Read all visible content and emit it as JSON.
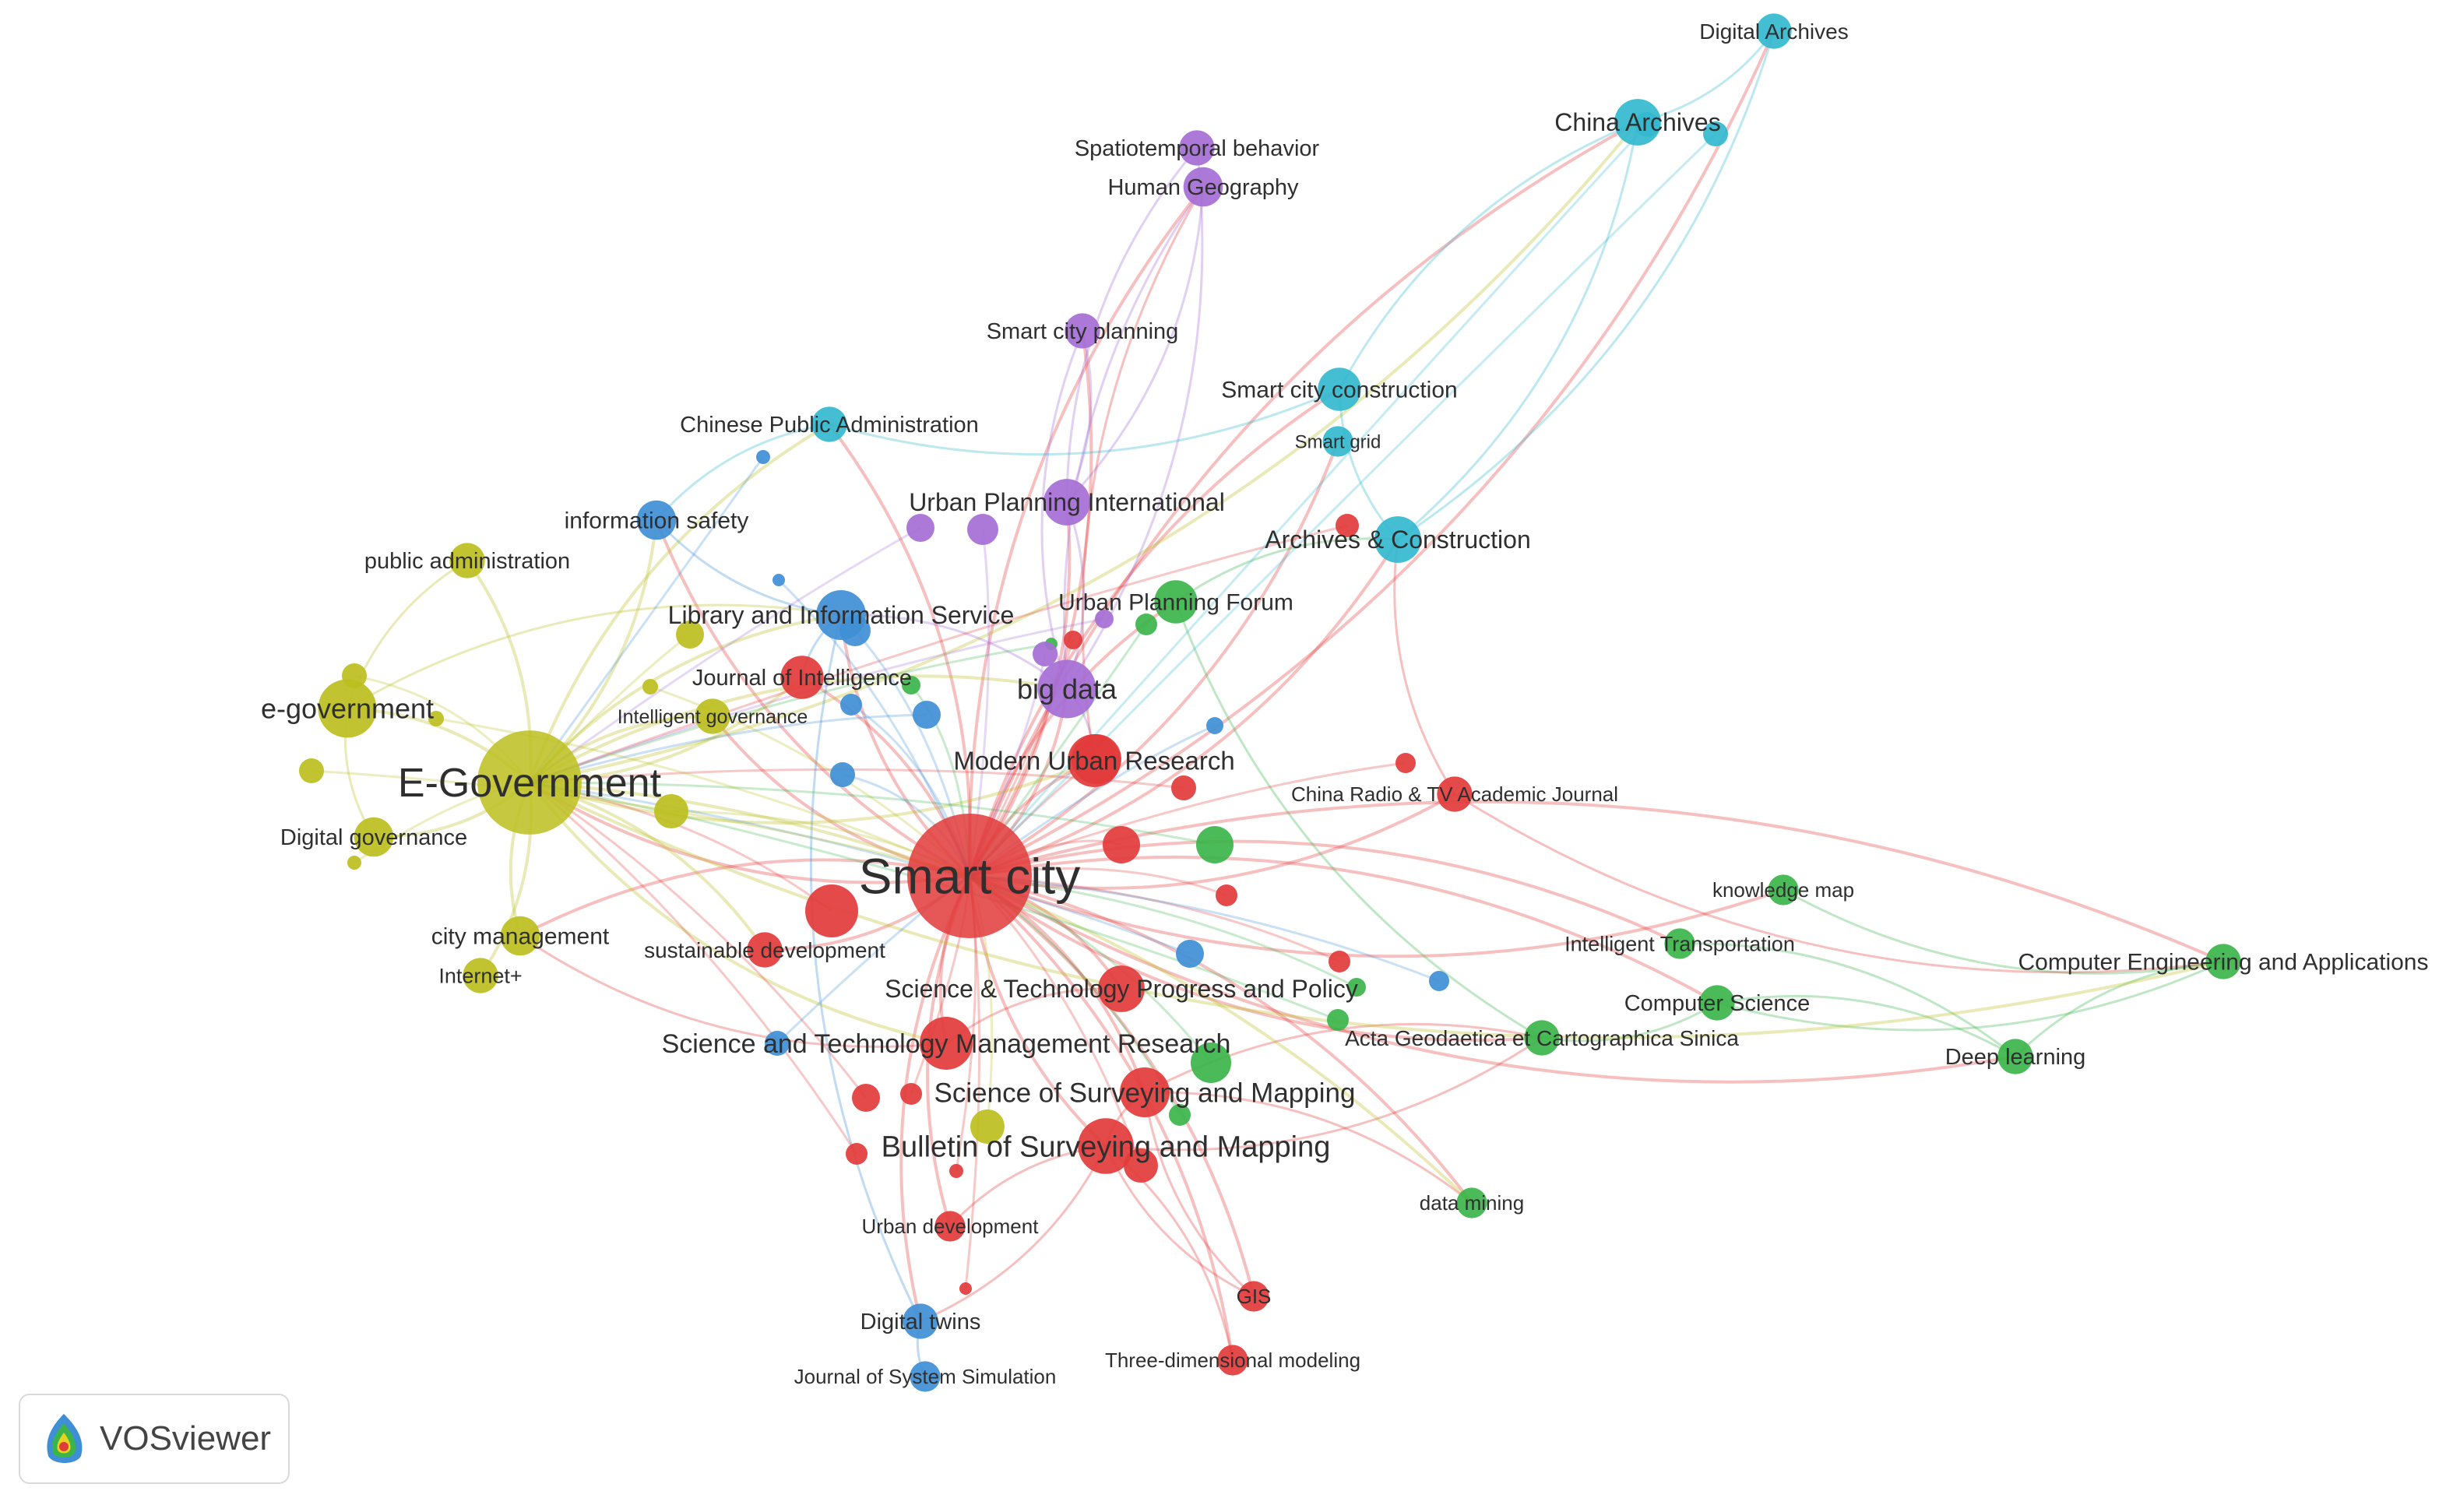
{
  "app": {
    "name": "VOSviewer",
    "logo_icon": "vosviewer-logo-icon"
  },
  "clusters": {
    "red": "#e23b3b",
    "yellow": "#bcbf1e",
    "blue": "#3f8fd6",
    "green": "#3bb54a",
    "purple": "#a56ed6",
    "cyan": "#33b8cf"
  },
  "nodes": [
    {
      "id": "smart-city",
      "label": "Smart city",
      "cluster": "red",
      "weight": 100
    },
    {
      "id": "e-government",
      "label": "E-Government",
      "cluster": "yellow",
      "weight": 70
    },
    {
      "id": "e-government-lc",
      "label": "e-government",
      "cluster": "yellow",
      "weight": 22
    },
    {
      "id": "big-data",
      "label": "big data",
      "cluster": "purple",
      "weight": 22
    },
    {
      "id": "modern-urban-research",
      "label": "Modern Urban Research",
      "cluster": "red",
      "weight": 18
    },
    {
      "id": "bulletin-surveying",
      "label": "Bulletin of Surveying and Mapping",
      "cluster": "red",
      "weight": 20
    },
    {
      "id": "science-surveying",
      "label": "Science of Surveying and Mapping",
      "cluster": "red",
      "weight": 16
    },
    {
      "id": "sci-tech-mgmt",
      "label": "Science and Technology Management Research",
      "cluster": "red",
      "weight": 18
    },
    {
      "id": "sci-tech-progress",
      "label": "Science & Technology Progress and Policy",
      "cluster": "red",
      "weight": 14
    },
    {
      "id": "journal-intelligence",
      "label": "Journal of Intelligence",
      "cluster": "red",
      "weight": 12
    },
    {
      "id": "library-info",
      "label": "Library and Information Service",
      "cluster": "blue",
      "weight": 16
    },
    {
      "id": "info-safety",
      "label": "information safety",
      "cluster": "blue",
      "weight": 10
    },
    {
      "id": "chinese-pub-admin",
      "label": "Chinese Public Administration",
      "cluster": "cyan",
      "weight": 8
    },
    {
      "id": "urban-planning-intl",
      "label": "Urban Planning International",
      "cluster": "purple",
      "weight": 14
    },
    {
      "id": "urban-planning-forum",
      "label": "Urban Planning Forum",
      "cluster": "green",
      "weight": 12
    },
    {
      "id": "archives-construction",
      "label": "Archives & Construction",
      "cluster": "cyan",
      "weight": 14
    },
    {
      "id": "china-archives",
      "label": "China Archives",
      "cluster": "cyan",
      "weight": 14
    },
    {
      "id": "digital-archives",
      "label": "Digital Archives",
      "cluster": "cyan",
      "weight": 8
    },
    {
      "id": "spatiotemporal",
      "label": "Spatiotemporal behavior",
      "cluster": "purple",
      "weight": 8
    },
    {
      "id": "human-geography",
      "label": "Human Geography",
      "cluster": "purple",
      "weight": 10
    },
    {
      "id": "smart-city-planning",
      "label": "Smart city planning",
      "cluster": "purple",
      "weight": 8
    },
    {
      "id": "smart-city-construction",
      "label": "Smart city construction",
      "cluster": "cyan",
      "weight": 12
    },
    {
      "id": "smart-grid",
      "label": "Smart grid",
      "cluster": "cyan",
      "weight": 6
    },
    {
      "id": "public-admin",
      "label": "public administration",
      "cluster": "yellow",
      "weight": 8
    },
    {
      "id": "intelligent-governance",
      "label": "Intelligent governance",
      "cluster": "yellow",
      "weight": 8
    },
    {
      "id": "digital-governance",
      "label": "Digital governance",
      "cluster": "yellow",
      "weight": 10
    },
    {
      "id": "city-management",
      "label": "city management",
      "cluster": "yellow",
      "weight": 10
    },
    {
      "id": "internet-plus",
      "label": "Internet+",
      "cluster": "yellow",
      "weight": 8
    },
    {
      "id": "sustainable-dev",
      "label": "sustainable development",
      "cluster": "red",
      "weight": 8
    },
    {
      "id": "china-radio-tv",
      "label": "China Radio & TV Academic Journal",
      "cluster": "red",
      "weight": 8
    },
    {
      "id": "knowledge-map",
      "label": "knowledge map",
      "cluster": "green",
      "weight": 6
    },
    {
      "id": "intelligent-transport",
      "label": "Intelligent Transportation",
      "cluster": "green",
      "weight": 6
    },
    {
      "id": "computer-science",
      "label": "Computer Science",
      "cluster": "green",
      "weight": 8
    },
    {
      "id": "acta-geodaetica",
      "label": "Acta Geodaetica et Cartographica Sinica",
      "cluster": "green",
      "weight": 8
    },
    {
      "id": "comp-eng-apps",
      "label": "Computer Engineering and Applications",
      "cluster": "green",
      "weight": 8
    },
    {
      "id": "deep-learning",
      "label": "Deep learning",
      "cluster": "green",
      "weight": 8
    },
    {
      "id": "data-mining",
      "label": "data mining",
      "cluster": "green",
      "weight": 6
    },
    {
      "id": "urban-development",
      "label": "Urban development",
      "cluster": "red",
      "weight": 6
    },
    {
      "id": "gis",
      "label": "GIS",
      "cluster": "red",
      "weight": 6
    },
    {
      "id": "digital-twins",
      "label": "Digital twins",
      "cluster": "blue",
      "weight": 8
    },
    {
      "id": "journal-system-sim",
      "label": "Journal of System Simulation",
      "cluster": "blue",
      "weight": 6
    },
    {
      "id": "three-d-modeling",
      "label": "Three-dimensional modeling",
      "cluster": "red",
      "weight": 6
    }
  ],
  "links": [
    [
      "smart-city",
      "e-government"
    ],
    [
      "smart-city",
      "big-data"
    ],
    [
      "smart-city",
      "modern-urban-research"
    ],
    [
      "smart-city",
      "bulletin-surveying"
    ],
    [
      "smart-city",
      "science-surveying"
    ],
    [
      "smart-city",
      "sci-tech-mgmt"
    ],
    [
      "smart-city",
      "sci-tech-progress"
    ],
    [
      "smart-city",
      "journal-intelligence"
    ],
    [
      "smart-city",
      "library-info"
    ],
    [
      "smart-city",
      "urban-planning-intl"
    ],
    [
      "smart-city",
      "urban-planning-forum"
    ],
    [
      "smart-city",
      "archives-construction"
    ],
    [
      "smart-city",
      "china-archives"
    ],
    [
      "smart-city",
      "digital-archives"
    ],
    [
      "smart-city",
      "human-geography"
    ],
    [
      "smart-city",
      "smart-city-planning"
    ],
    [
      "smart-city",
      "smart-city-construction"
    ],
    [
      "smart-city",
      "smart-grid"
    ],
    [
      "smart-city",
      "sustainable-dev"
    ],
    [
      "smart-city",
      "china-radio-tv"
    ],
    [
      "smart-city",
      "computer-science"
    ],
    [
      "smart-city",
      "acta-geodaetica"
    ],
    [
      "smart-city",
      "comp-eng-apps"
    ],
    [
      "smart-city",
      "deep-learning"
    ],
    [
      "smart-city",
      "data-mining"
    ],
    [
      "smart-city",
      "urban-development"
    ],
    [
      "smart-city",
      "gis"
    ],
    [
      "smart-city",
      "digital-twins"
    ],
    [
      "smart-city",
      "three-d-modeling"
    ],
    [
      "smart-city",
      "knowledge-map"
    ],
    [
      "smart-city",
      "intelligent-transport"
    ],
    [
      "smart-city",
      "city-management"
    ],
    [
      "smart-city",
      "info-safety"
    ],
    [
      "smart-city",
      "chinese-pub-admin"
    ],
    [
      "smart-city",
      "intelligent-governance"
    ],
    [
      "e-government",
      "e-government-lc"
    ],
    [
      "e-government",
      "digital-governance"
    ],
    [
      "e-government",
      "public-admin"
    ],
    [
      "e-government",
      "intelligent-governance"
    ],
    [
      "e-government",
      "city-management"
    ],
    [
      "e-government",
      "internet-plus"
    ],
    [
      "e-government",
      "info-safety"
    ],
    [
      "e-government",
      "library-info"
    ],
    [
      "e-government",
      "journal-intelligence"
    ],
    [
      "e-government",
      "big-data"
    ],
    [
      "e-government",
      "sci-tech-mgmt"
    ],
    [
      "e-government",
      "chinese-pub-admin"
    ],
    [
      "e-government",
      "china-archives"
    ],
    [
      "e-government",
      "sustainable-dev"
    ],
    [
      "e-government",
      "modern-urban-research"
    ],
    [
      "e-government-lc",
      "public-admin"
    ],
    [
      "e-government-lc",
      "digital-governance"
    ],
    [
      "e-government-lc",
      "library-info"
    ],
    [
      "big-data",
      "urban-planning-intl"
    ],
    [
      "big-data",
      "human-geography"
    ],
    [
      "big-data",
      "spatiotemporal"
    ],
    [
      "big-data",
      "modern-urban-research"
    ],
    [
      "big-data",
      "library-info"
    ],
    [
      "big-data",
      "smart-city-planning"
    ],
    [
      "urban-planning-intl",
      "human-geography"
    ],
    [
      "urban-planning-intl",
      "spatiotemporal"
    ],
    [
      "urban-planning-intl",
      "smart-city-planning"
    ],
    [
      "modern-urban-research",
      "human-geography"
    ],
    [
      "china-archives",
      "digital-archives"
    ],
    [
      "china-archives",
      "archives-construction"
    ],
    [
      "china-archives",
      "smart-city-construction"
    ],
    [
      "digital-archives",
      "archives-construction"
    ],
    [
      "smart-city-construction",
      "archives-construction"
    ],
    [
      "smart-city-construction",
      "chinese-pub-admin"
    ],
    [
      "chinese-pub-admin",
      "info-safety"
    ],
    [
      "library-info",
      "info-safety"
    ],
    [
      "library-info",
      "journal-intelligence"
    ],
    [
      "bulletin-surveying",
      "science-surveying"
    ],
    [
      "bulletin-surveying",
      "gis"
    ],
    [
      "bulletin-surveying",
      "three-d-modeling"
    ],
    [
      "bulletin-surveying",
      "acta-geodaetica"
    ],
    [
      "bulletin-surveying",
      "digital-twins"
    ],
    [
      "bulletin-surveying",
      "urban-development"
    ],
    [
      "science-surveying",
      "acta-geodaetica"
    ],
    [
      "science-surveying",
      "gis"
    ],
    [
      "science-surveying",
      "data-mining"
    ],
    [
      "acta-geodaetica",
      "computer-science"
    ],
    [
      "computer-science",
      "deep-learning"
    ],
    [
      "computer-science",
      "comp-eng-apps"
    ],
    [
      "deep-learning",
      "comp-eng-apps"
    ],
    [
      "knowledge-map",
      "comp-eng-apps"
    ],
    [
      "intelligent-transport",
      "deep-learning"
    ],
    [
      "urban-planning-forum",
      "acta-geodaetica"
    ],
    [
      "urban-planning-forum",
      "archives-construction"
    ],
    [
      "digital-twins",
      "journal-system-sim"
    ],
    [
      "digital-twins",
      "library-info"
    ],
    [
      "sci-tech-progress",
      "sci-tech-mgmt"
    ],
    [
      "sci-tech-mgmt",
      "city-management"
    ],
    [
      "china-radio-tv",
      "comp-eng-apps"
    ],
    [
      "china-radio-tv",
      "archives-construction"
    ],
    [
      "e-government",
      "comp-eng-apps"
    ],
    [
      "e-government",
      "data-mining"
    ]
  ]
}
